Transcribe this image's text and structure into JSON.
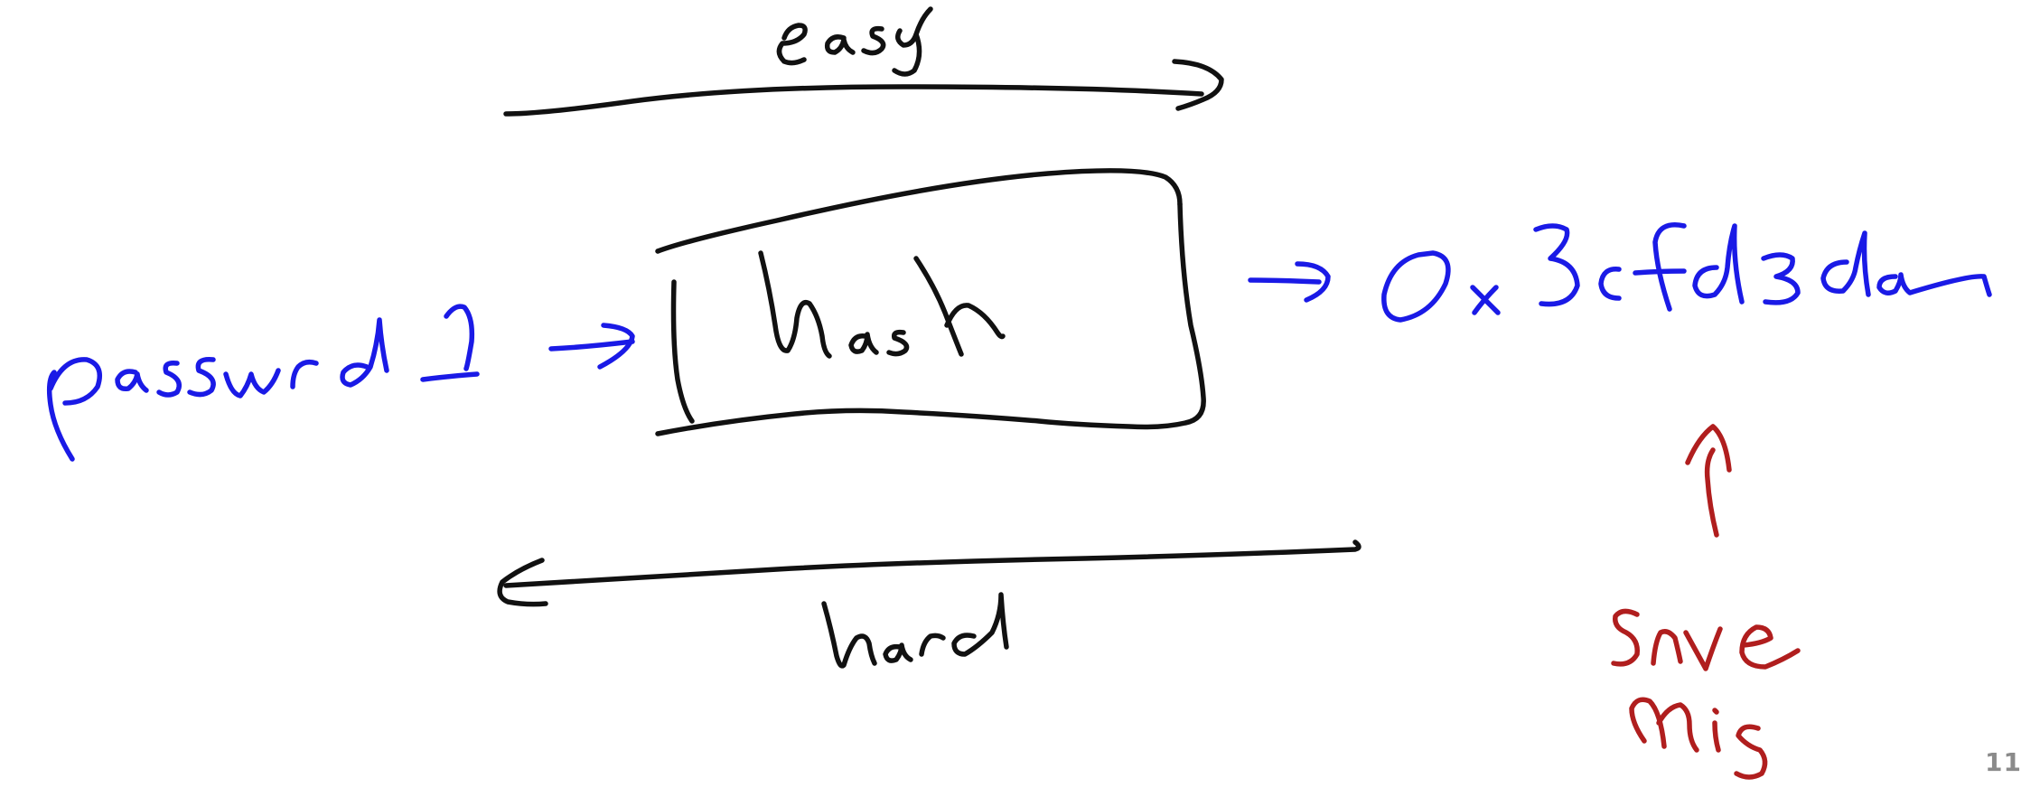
{
  "slide": {
    "page_number": "11"
  },
  "diagram": {
    "input_text": "password1",
    "box_label": "hash",
    "output_text": "0x3cfd3da",
    "forward_label": "easy",
    "reverse_label": "hard",
    "annotation_text": "Save this"
  },
  "colors": {
    "background": "#ffffff",
    "black_ink": "#111111",
    "blue_ink": "#1a1ae6",
    "red_ink": "#b01e1e",
    "page_number": "#8a8a8a"
  }
}
